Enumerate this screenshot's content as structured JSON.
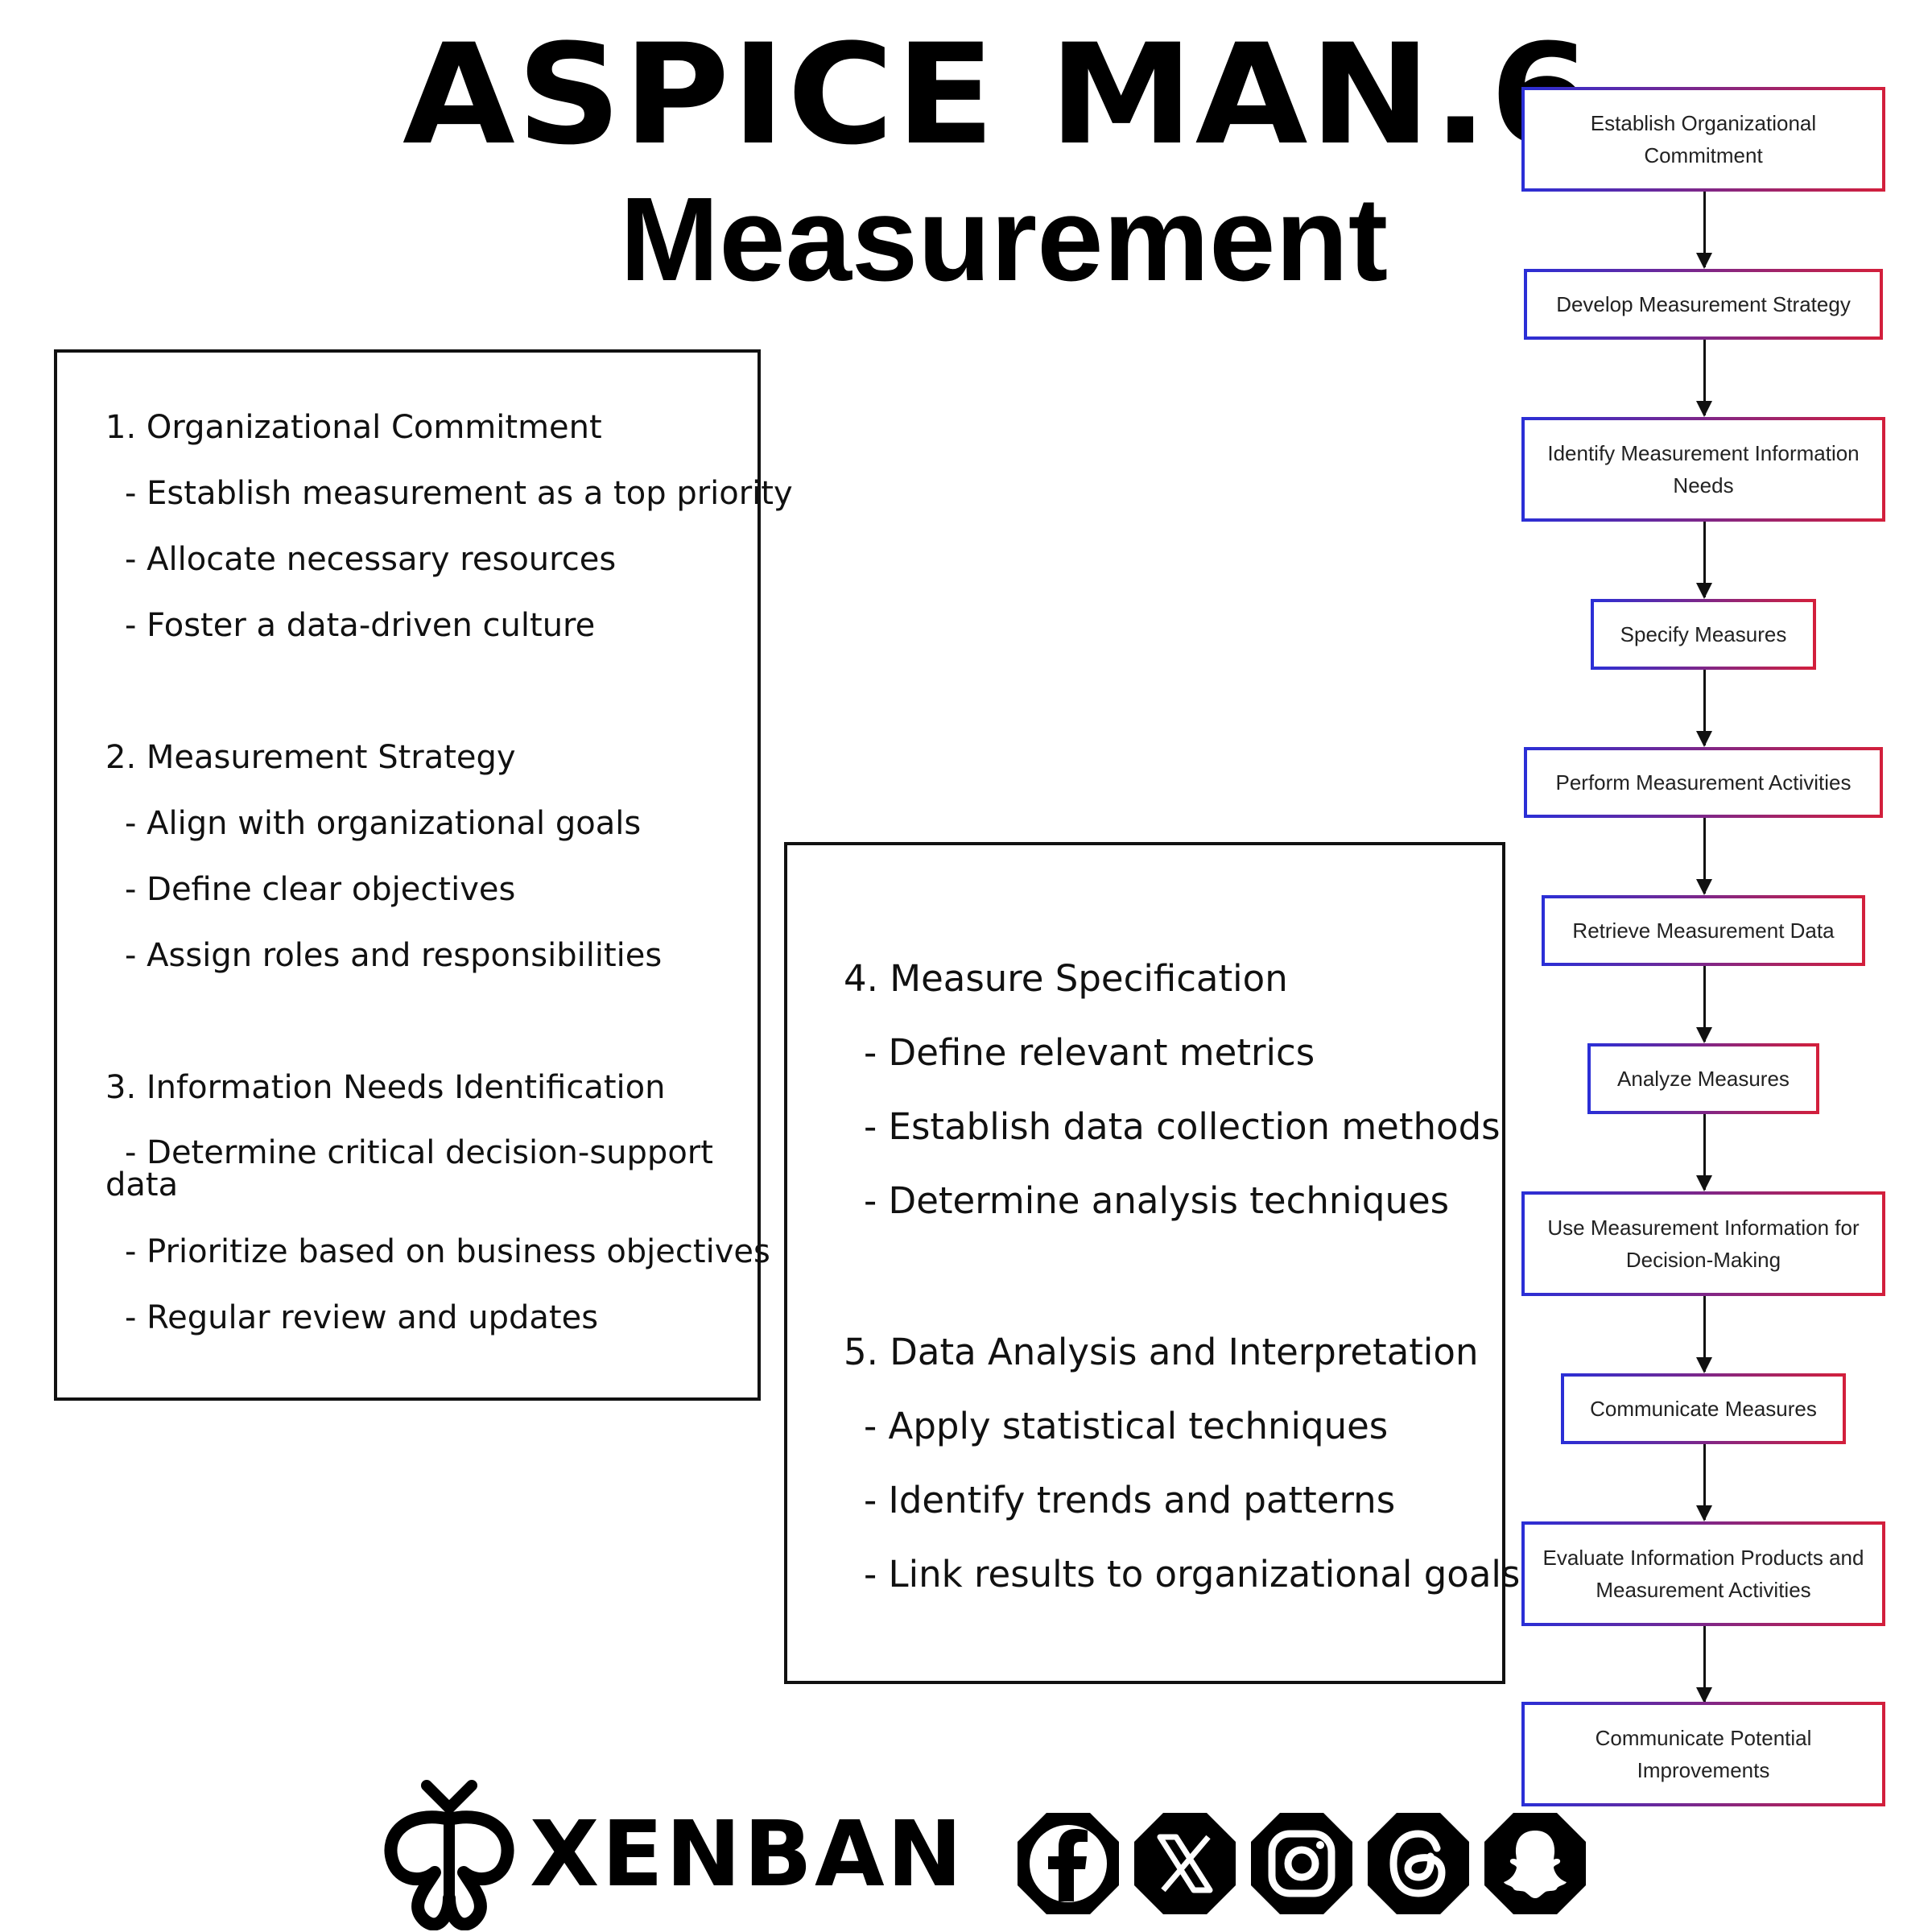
{
  "header": {
    "title": "ASPICE MAN.6",
    "subtitle": "Measurement"
  },
  "left_panel": {
    "sections": [
      {
        "title": "1. Organizational Commitment",
        "items": [
          "- Establish measurement as a top priority",
          "- Allocate necessary resources",
          "- Foster a data-driven culture"
        ]
      },
      {
        "title": "2. Measurement Strategy",
        "items": [
          "- Align with organizational goals",
          "- Define clear objectives",
          "- Assign roles and responsibilities"
        ]
      },
      {
        "title": "3. Information Needs Identification",
        "items": [
          "- Determine critical decision-support data",
          "- Prioritize based on business objectives",
          "- Regular review and updates"
        ]
      }
    ]
  },
  "middle_panel": {
    "sections": [
      {
        "title": "4. Measure Specification",
        "items": [
          "- Define relevant metrics",
          "- Establish data collection methods",
          "- Determine analysis techniques"
        ]
      },
      {
        "title": "5. Data Analysis and Interpretation",
        "items": [
          "- Apply statistical techniques",
          "- Identify trends and patterns",
          "- Link results to organizational goals"
        ]
      }
    ]
  },
  "flowchart": {
    "colors": {
      "border_start": "#2b2fd6",
      "border_end": "#d21f3c",
      "arrow": "#111111"
    },
    "steps": [
      "Establish Organizational Commitment",
      "Develop Measurement Strategy",
      "Identify Measurement Information Needs",
      "Specify Measures",
      "Perform Measurement Activities",
      "Retrieve Measurement Data",
      "Analyze Measures",
      "Use Measurement Information for Decision-Making",
      "Communicate Measures",
      "Evaluate Information Products and Measurement Activities",
      "Communicate Potential Improvements"
    ]
  },
  "footer": {
    "brand_name": "XENBAN",
    "brand_icon": "xenban-logo-icon",
    "socials": [
      {
        "icon": "facebook-icon"
      },
      {
        "icon": "x-icon"
      },
      {
        "icon": "instagram-icon"
      },
      {
        "icon": "threads-icon"
      },
      {
        "icon": "snapchat-icon"
      }
    ]
  }
}
